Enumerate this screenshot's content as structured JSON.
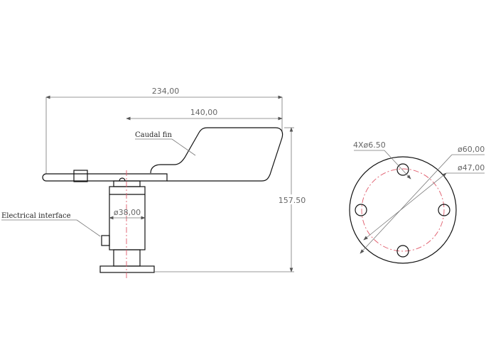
{
  "side_view": {
    "overall_length": "234,00",
    "fin_length": "140,00",
    "height": "157.50",
    "body_diameter": "ø38,00",
    "caudal_fin_label": "Caudal fin",
    "electrical_interface_label": "Electrical interface"
  },
  "base_view": {
    "hole_spec": "4Xø6.50",
    "outer_diameter": "ø60,00",
    "bolt_circle_diameter": "ø47,00"
  },
  "colors": {
    "line": "#111111",
    "dimension": "#777777",
    "centerline": "#e05a6a"
  }
}
